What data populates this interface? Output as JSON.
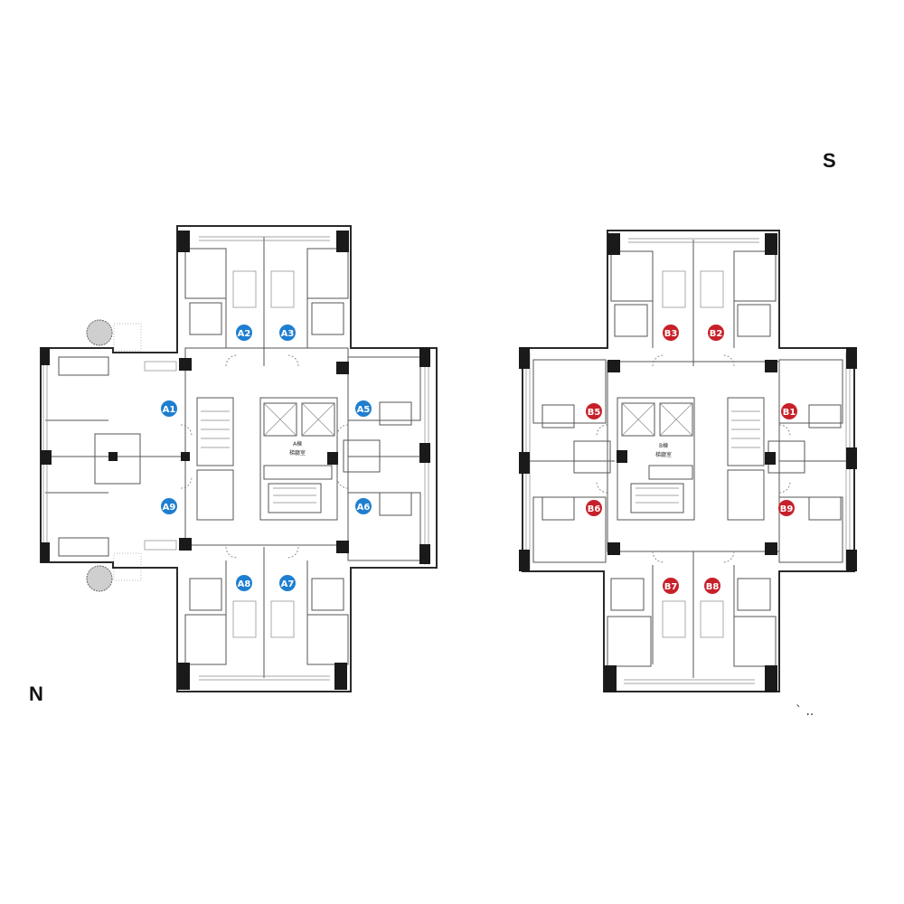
{
  "compass": {
    "south": "S",
    "north": "N"
  },
  "footnote_marks": "` ..",
  "colors": {
    "building_a_badge": "#1e7fd0",
    "building_b_badge": "#c8202a",
    "wall": "#2a2a2a"
  },
  "building_a": {
    "core_label_1": "A棟",
    "core_label_2": "梯廳室",
    "units": [
      "A1",
      "A2",
      "A3",
      "A5",
      "A6",
      "A7",
      "A8",
      "A9"
    ]
  },
  "building_b": {
    "core_label_1": "B棟",
    "core_label_2": "梯廳室",
    "units": [
      "B1",
      "B2",
      "B3",
      "B5",
      "B6",
      "B7",
      "B8",
      "B9"
    ]
  }
}
